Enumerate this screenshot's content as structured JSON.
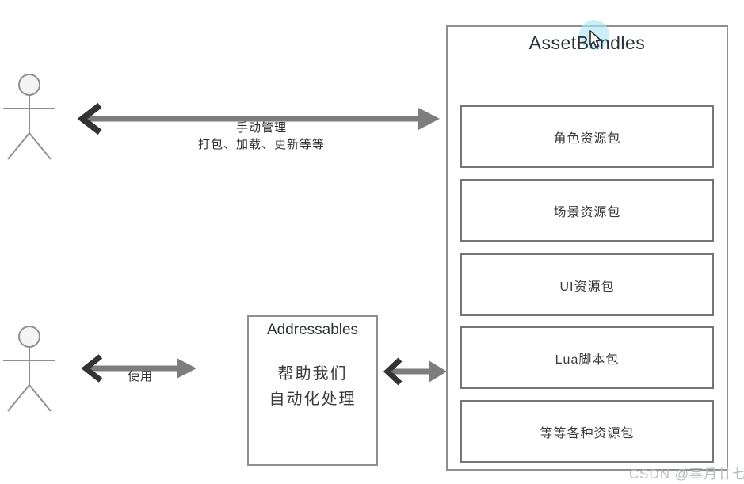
{
  "diagram": {
    "assetbundles": {
      "title": "AssetBundles",
      "items": [
        {
          "label": "角色资源包"
        },
        {
          "label": "场景资源包"
        },
        {
          "label": "UI资源包"
        },
        {
          "label": "Lua脚本包"
        },
        {
          "label": "等等各种资源包"
        }
      ]
    },
    "addressables": {
      "title": "Addressables",
      "desc_line1": "帮助我们",
      "desc_line2": "自动化处理"
    },
    "arrows": {
      "manual": {
        "label_line1": "手动管理",
        "label_line2": "打包、加载、更新等等"
      },
      "use": {
        "label": "使用"
      }
    },
    "watermark": "CSDN @辜月廿七",
    "colors": {
      "arrow_gray": "#7d7d7d",
      "arrow_dark": "#333333",
      "box_border": "#8f8f8f",
      "inner_border": "#757575",
      "highlight_cyan": "#aee6f2",
      "watermark_gray": "#b8bcc2"
    }
  }
}
